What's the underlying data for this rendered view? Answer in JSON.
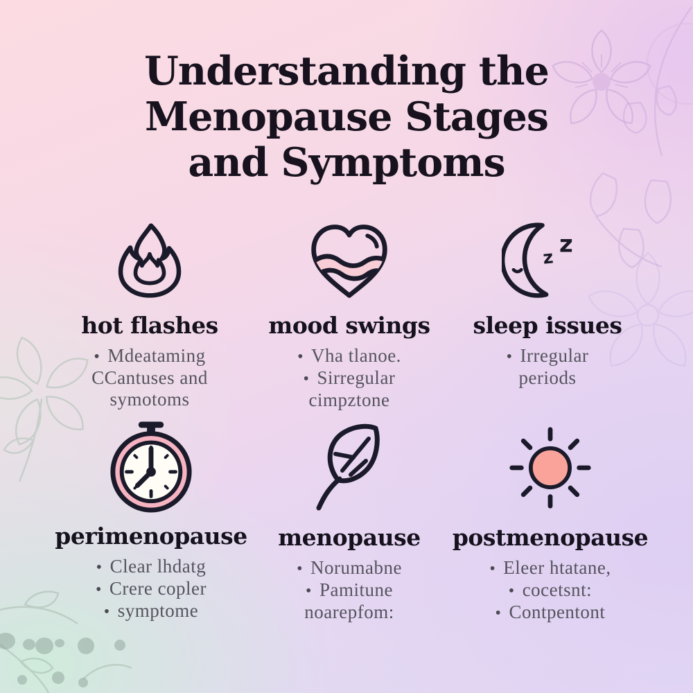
{
  "title": {
    "line1": "Understanding the",
    "line2": "Menopause Stages",
    "line3": "and Symptoms"
  },
  "colors": {
    "outline": "#1a1a2a",
    "flame_pink": "#f58fa0",
    "flame_inner_pink": "#f8b3bd",
    "heart_pink": "#f38da1",
    "heart_band_pink": "#f8cdd5",
    "moon_white": "#fffdf5",
    "watch_ring_pink": "#f6b3c1",
    "watch_face_white": "#fffdf6",
    "leaf_green": "#90eab5",
    "sun_salmon": "#f9a39a",
    "title_text": "#17121e",
    "body_text": "#55535e",
    "bg_pink": "#fcdce2",
    "bg_lavender": "#e4daf4",
    "bg_mint": "#ceecda"
  },
  "cards": [
    {
      "icon": "flame-icon",
      "title": "hot flashes",
      "bullets": [
        {
          "bullet": true,
          "text": "Mdeataming"
        },
        {
          "bullet": false,
          "text": "CCantuses and"
        },
        {
          "bullet": false,
          "text": "symotoms"
        }
      ]
    },
    {
      "icon": "heart-icon",
      "title": "mood swings",
      "bullets": [
        {
          "bullet": true,
          "text": "Vha tlanoe."
        },
        {
          "bullet": true,
          "text": "Sirregular"
        },
        {
          "bullet": false,
          "text": "cimpztone"
        }
      ]
    },
    {
      "icon": "moon-icon",
      "title": "sleep issues",
      "bullets": [
        {
          "bullet": true,
          "text": "Irregular"
        },
        {
          "bullet": false,
          "text": "periods"
        }
      ]
    },
    {
      "icon": "stopwatch-icon",
      "title": "perimenopause",
      "bullets": [
        {
          "bullet": true,
          "text": "Clear lhdatg"
        },
        {
          "bullet": true,
          "text": "Crere copler"
        },
        {
          "bullet": true,
          "text": "symptome"
        }
      ]
    },
    {
      "icon": "leaf-icon",
      "title": "menopause",
      "bullets": [
        {
          "bullet": true,
          "text": "Norumabne"
        },
        {
          "bullet": true,
          "text": "Pamitune"
        },
        {
          "bullet": false,
          "text": "noarepfom:"
        }
      ]
    },
    {
      "icon": "sun-icon",
      "title": "postmenopause",
      "bullets": [
        {
          "bullet": true,
          "text": "Eleer htatane,"
        },
        {
          "bullet": true,
          "text": "cocetsnt:"
        },
        {
          "bullet": true,
          "text": "Contpentont"
        }
      ]
    }
  ]
}
